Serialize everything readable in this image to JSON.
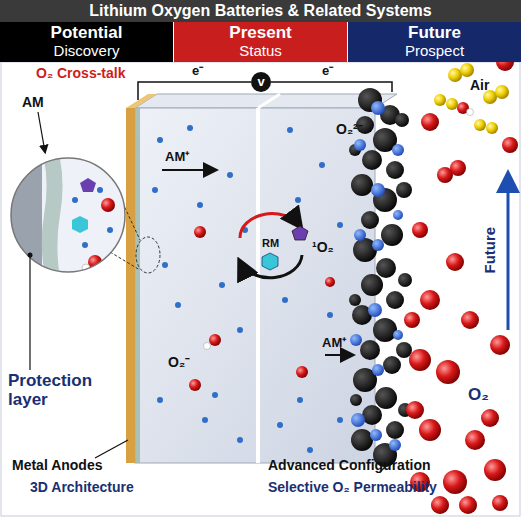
{
  "diagram": {
    "title": "Lithium Oxygen Batteries & Related Systems",
    "nodes": [
      {
        "text": [
          "Potential",
          "Discovery"
        ]
      },
      {
        "text": [
          "Present",
          "Status"
        ]
      },
      {
        "text": [
          "Future",
          "Prospect"
        ]
      },
      {
        "text": [
          "v"
        ]
      }
    ],
    "labels": [
      "O₂ Cross-talk",
      "AM",
      "e⁻",
      "e⁻",
      "O₂²⁻",
      "AM⁺",
      "RM",
      "¹O₂",
      "Air",
      "Future",
      "O₂⁻",
      "AM⁺",
      "Protection layer",
      "O₂",
      "Metal Anodes",
      "3D Architecture",
      "Advanced Configuration",
      "Selective O₂ Permeability"
    ]
  }
}
